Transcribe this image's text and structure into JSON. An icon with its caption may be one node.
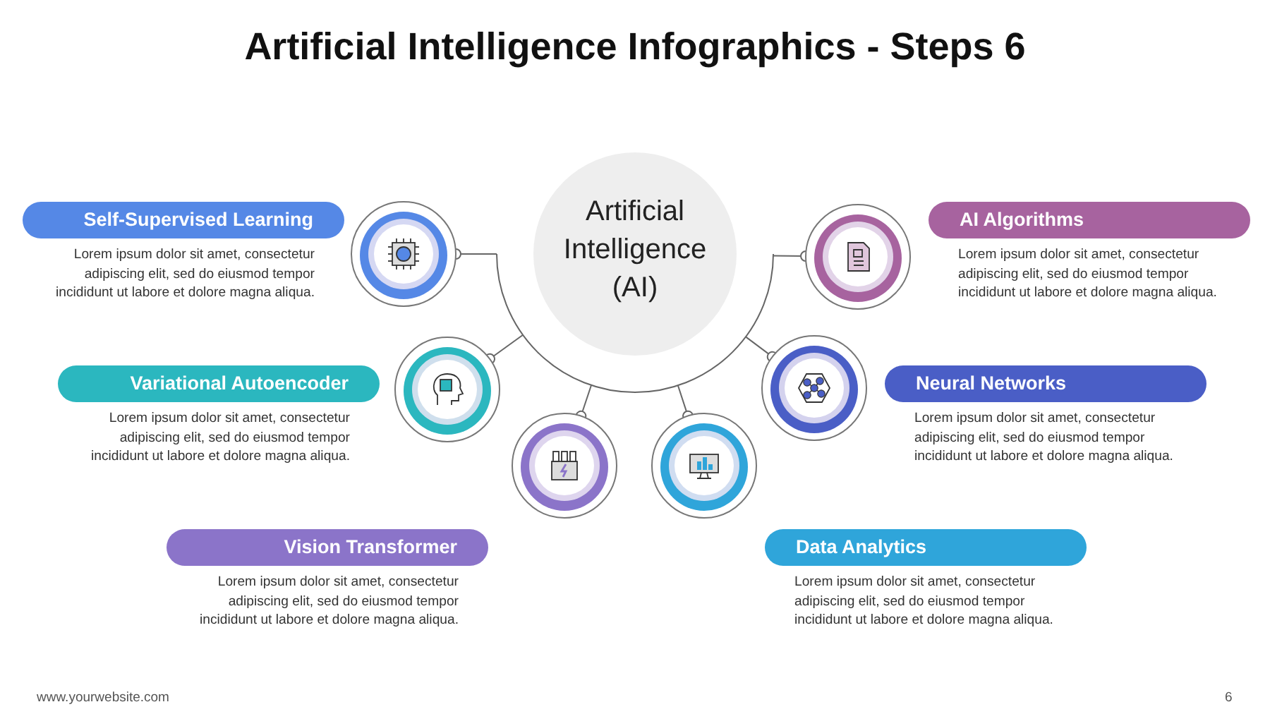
{
  "diagram": {
    "title": "Artificial Intelligence Infographics - Steps 6",
    "nodes": [
      {
        "text": [
          "Artificial Intelligence (AI)"
        ]
      },
      {
        "text": [
          "Self-Supervised Learning",
          "Lorem ipsum dolor sit amet, consectetur adipiscing elit, sed do eiusmod tempor incididunt ut labore et dolore magna aliqua."
        ]
      },
      {
        "text": [
          "AI Algorithms",
          "Lorem ipsum dolor sit amet, consectetur adipiscing elit, sed do eiusmod tempor incididunt ut labore et dolore magna aliqua."
        ]
      },
      {
        "text": [
          "Variational Autoencoder",
          "Lorem ipsum dolor sit amet, consectetur adipiscing elit, sed do eiusmod tempor incididunt ut labore et dolore magna aliqua."
        ]
      },
      {
        "text": [
          "Neural Networks",
          "Lorem ipsum dolor sit amet, consectetur adipiscing elit, sed do eiusmod tempor incididunt ut labore et dolore magna aliqua."
        ]
      },
      {
        "text": [
          "Vision Transformer",
          "Lorem ipsum dolor sit amet, consectetur adipiscing elit, sed do eiusmod tempor incididunt ut labore et dolore magna aliqua."
        ]
      },
      {
        "text": [
          "Data Analytics",
          "Lorem ipsum dolor sit amet, consectetur adipiscing elit, sed do eiusmod tempor incididunt ut labore et dolore magna aliqua."
        ]
      },
      {
        "text": [],
        "shape": "circle"
      },
      {
        "text": [],
        "shape": "circle"
      },
      {
        "text": [],
        "shape": "circle"
      },
      {
        "text": [],
        "shape": "circle"
      },
      {
        "text": [],
        "shape": "circle"
      },
      {
        "text": [],
        "shape": "circle"
      }
    ],
    "edges": [
      {
        "from": 0,
        "to": 7,
        "arrow": "other"
      },
      {
        "from": 0,
        "to": 8,
        "arrow": "other"
      },
      {
        "from": 0,
        "to": 9,
        "arrow": "other"
      },
      {
        "from": 0,
        "to": 10,
        "arrow": "other"
      },
      {
        "from": 0,
        "to": 11,
        "arrow": "other"
      },
      {
        "from": 0,
        "to": 12,
        "arrow": "other"
      }
    ],
    "labels": [
      "www.yourwebsite.com",
      "6"
    ]
  }
}
